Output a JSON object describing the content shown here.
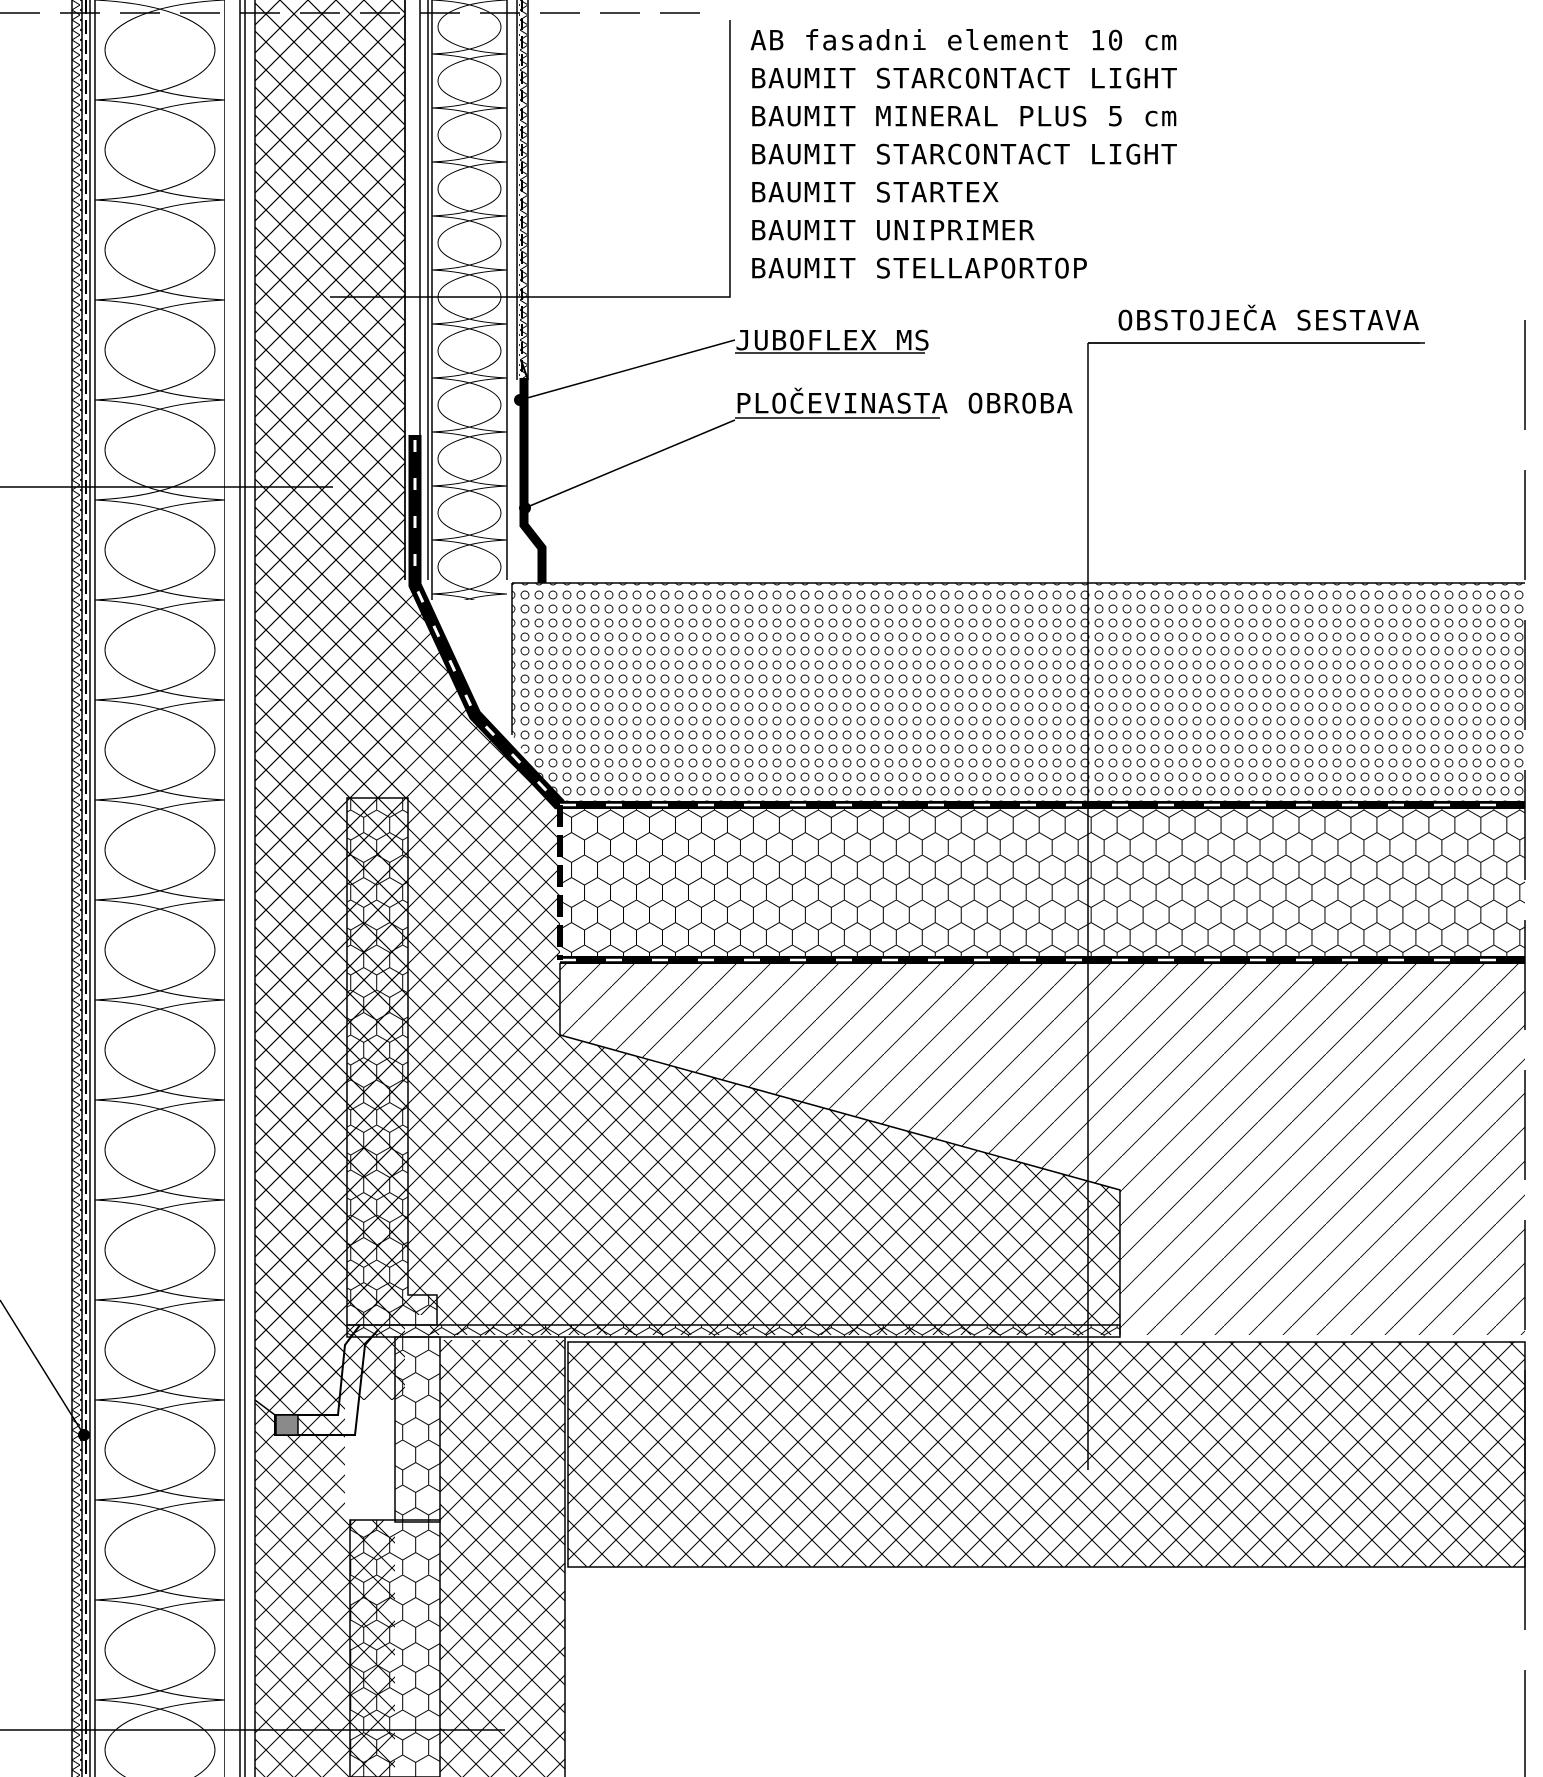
{
  "layer_callout": {
    "lines": [
      "AB fasadni element 10 cm",
      "BAUMIT STARCONTACT LIGHT",
      "BAUMIT MINERAL PLUS 5 cm",
      "BAUMIT STARCONTACT LIGHT",
      "BAUMIT STARTEX",
      "BAUMIT UNIPRIMER",
      "BAUMIT STELLAPORTOP"
    ]
  },
  "labels": {
    "sealant": "JUBOFLEX MS",
    "flashing": "PLOČEVINASTA OBROBA",
    "existing": "OBSTOJEČA SESTAVA"
  },
  "colors": {
    "line": "#000000",
    "background": "#ffffff",
    "gasket": "#8a8a8a"
  }
}
